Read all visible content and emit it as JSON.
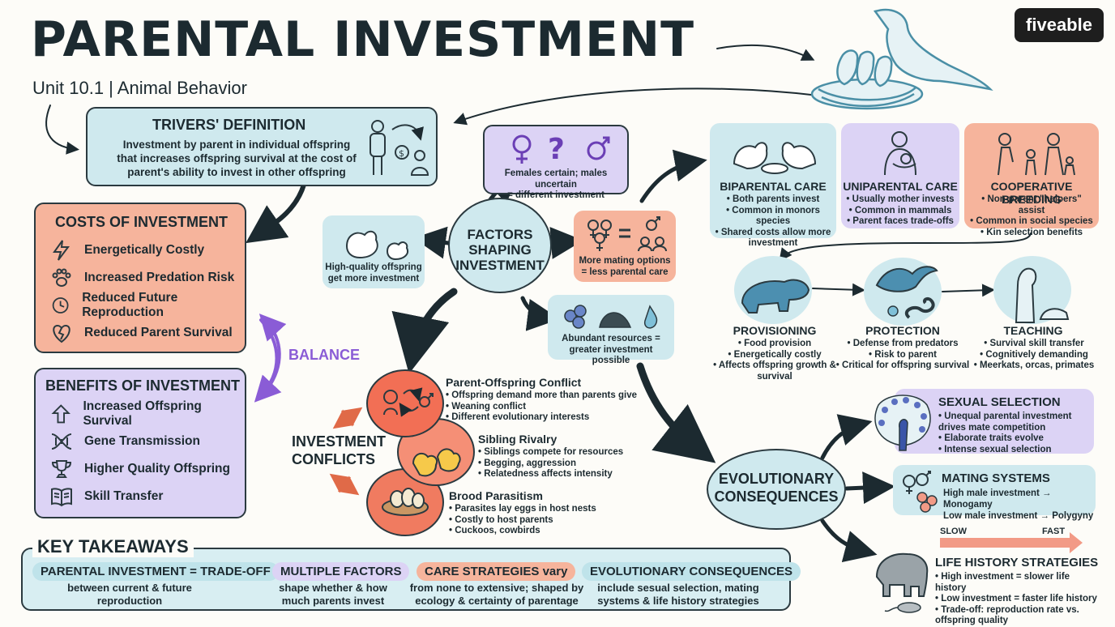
{
  "header": {
    "title": "PARENTAL INVESTMENT",
    "subtitle": "Unit 10.1 | Animal Behavior",
    "logo": "fiveable"
  },
  "trivers": {
    "heading": "TRIVERS' DEFINITION",
    "lines": [
      "Investment by parent in individual offspring",
      "that increases offspring survival at the cost of",
      "parent's ability to invest in other offspring"
    ]
  },
  "costs": {
    "heading": "COSTS OF INVESTMENT",
    "items": [
      {
        "label": "Energetically Costly",
        "icon": "lightning-icon"
      },
      {
        "label": "Increased Predation Risk",
        "icon": "paw-icon"
      },
      {
        "label": "Reduced Future Reproduction",
        "icon": "clock-icon"
      },
      {
        "label": "Reduced Parent Survival",
        "icon": "broken-heart-icon"
      }
    ]
  },
  "balance_label": "BALANCE",
  "benefits": {
    "heading": "BENEFITS OF INVESTMENT",
    "items": [
      {
        "label": "Increased Offspring Survival",
        "icon": "up-arrow-icon"
      },
      {
        "label": "Gene Transmission",
        "icon": "dna-icon"
      },
      {
        "label": "Higher Quality Offspring",
        "icon": "trophy-icon"
      },
      {
        "label": "Skill Transfer",
        "icon": "book-icon"
      }
    ]
  },
  "factors": {
    "center": [
      "FACTORS",
      "SHAPING",
      "INVESTMENT"
    ],
    "certainty": [
      "Females certain; males uncertain",
      "= different investment"
    ],
    "quality": [
      "High-quality offspring",
      "get more investment"
    ],
    "mating": [
      "More mating options",
      "= less parental care"
    ],
    "resources": [
      "Abundant resources =",
      "greater investment possible"
    ]
  },
  "care": [
    {
      "heading": "BIPARENTAL CARE",
      "items": [
        "Both parents invest",
        "Common in monors species",
        "Shared costs allow more investment"
      ]
    },
    {
      "heading": "UNIPARENTAL CARE",
      "items": [
        "Usually mother invests",
        "Common in mammals",
        "Parent faces trade-offs"
      ]
    },
    {
      "heading": "COOPERATIVE BREEDING",
      "items": [
        "Non-parent \"helpers\" assist",
        "Common in social species",
        "Kin selection benefits"
      ]
    }
  ],
  "types": [
    {
      "heading": "PROVISIONING",
      "items": [
        "Food provision",
        "Energetically costly",
        "Affects offspring growth & survival"
      ]
    },
    {
      "heading": "PROTECTION",
      "items": [
        "Defense from predators",
        "Risk to parent",
        "Critical for offspring survival"
      ]
    },
    {
      "heading": "TEACHING",
      "items": [
        "Survival skill transfer",
        "Cognitively demanding",
        "Meerkats, orcas, primates"
      ]
    }
  ],
  "conflicts": {
    "label": [
      "INVESTMENT",
      "CONFLICTS"
    ],
    "items": [
      {
        "heading": "Parent-Offspring Conflict",
        "items": [
          "Offspring demand more than parents give",
          "Weaning conflict",
          "Different evolutionary interests"
        ]
      },
      {
        "heading": "Sibling Rivalry",
        "items": [
          "Siblings compete for resources",
          "Begging, aggression",
          "Relatedness affects intensity"
        ]
      },
      {
        "heading": "Brood Parasitism",
        "items": [
          "Parasites lay eggs in host nests",
          "Costly to host parents",
          "Cuckoos, cowbirds"
        ]
      }
    ]
  },
  "evolution": {
    "center": [
      "EVOLUTIONARY",
      "CONSEQUENCES"
    ],
    "sexual": {
      "heading": "SEXUAL SELECTION",
      "items": [
        "Unequal parental investment drives mate competition",
        "Elaborate traits evolve",
        "Intense sexual selection"
      ]
    },
    "mating": {
      "heading": "MATING SYSTEMS",
      "lines": [
        "High male investment → Monogamy",
        "Low male investment → Polygyny"
      ]
    },
    "life": {
      "heading": "LIFE HISTORY STRATEGIES",
      "slow": "SLOW",
      "fast": "FAST",
      "items": [
        "High investment = slower life history",
        "Low investment = faster life history",
        "Trade-off: reproduction rate vs. offspring quality"
      ]
    }
  },
  "takeaways": {
    "heading": "KEY TAKEAWAYS",
    "items": [
      {
        "pill": "PARENTAL INVESTMENT = TRADE-OFF",
        "lines": [
          "between current & future",
          "reproduction"
        ]
      },
      {
        "pill": "MULTIPLE FACTORS",
        "lines": [
          "shape whether & how",
          "much parents invest"
        ]
      },
      {
        "pill": "CARE STRATEGIES vary",
        "lines": [
          "from none to extensive; shaped by",
          "ecology & certainty of parentage"
        ]
      },
      {
        "pill": "EVOLUTIONARY CONSEQUENCES",
        "lines": [
          "include sesual selection, mating",
          "systems & life history strategies"
        ]
      }
    ]
  },
  "colors": {
    "teal": "#cfe9ee",
    "salmon": "#f6b49c",
    "purple": "#dcd3f5",
    "ink": "#2b3a40",
    "balance": "#8a5cd6"
  }
}
